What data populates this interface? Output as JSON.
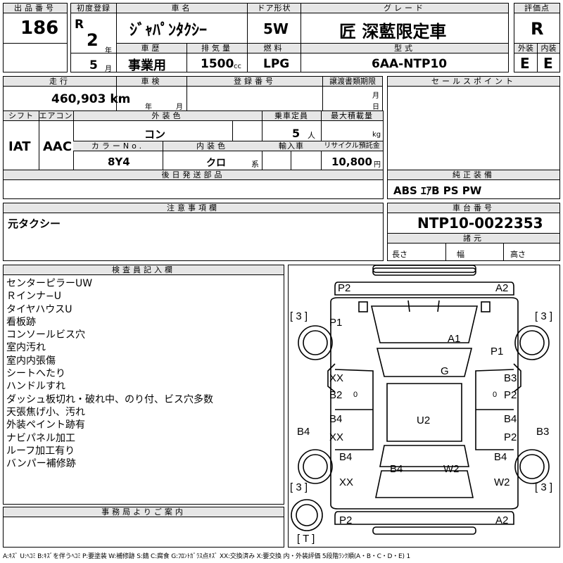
{
  "header": {
    "lot_no_label": "出品番号",
    "lot_no": "186",
    "first_reg_label": "初度登録",
    "era": "R",
    "year": "2",
    "year_unit": "年",
    "month": "5",
    "month_unit": "月",
    "car_name_label": "車名",
    "car_name": "ｼﾞｬﾊﾟﾝﾀｸｼｰ",
    "door_label": "ドア形状",
    "door": "5W",
    "grade_label": "グレード",
    "grade": "匠 深藍限定車",
    "score_label": "評価点",
    "score": "R",
    "history_label": "車歴",
    "history": "事業用",
    "displacement_label": "排気量",
    "displacement": "1500",
    "displacement_unit": "cc",
    "fuel_label": "燃料",
    "fuel": "LPG",
    "model_label": "型式",
    "model": "6AA-NTP10",
    "ext_label": "外装",
    "ext": "E",
    "int_label": "内装",
    "int": "E"
  },
  "row2": {
    "mileage_label": "走行",
    "mileage": "460,903 km",
    "inspection_label": "車検",
    "year_unit": "年",
    "month_unit": "月",
    "reg_no_label": "登録番号",
    "transfer_label": "譲渡書類期限",
    "day_unit": "日",
    "sales_points_label": "セールスポイント"
  },
  "row3": {
    "shift_label": "シフト",
    "shift": "IAT",
    "ac_label": "エアコン",
    "ac": "AAC",
    "ext_color_label": "外装色",
    "ext_color": "コン",
    "capacity_label": "乗車定員",
    "capacity": "5",
    "capacity_unit": "人",
    "max_load_label": "最大積載量",
    "max_load_unit": "kg",
    "color_no_label": "カラーNo.",
    "color_no": "8Y4",
    "int_color_label": "内装色",
    "int_color": "クロ",
    "int_color_unit": "系",
    "import_label": "輸入車",
    "recycle_label": "リサイクル預託金",
    "recycle": "10,800",
    "recycle_unit": "円"
  },
  "parts": {
    "later_parts_label": "後日発送部品",
    "genuine_label": "純正装備",
    "genuine": "ABS ｴｱB PS PW"
  },
  "remarks": {
    "label": "注意事項欄",
    "text": "元タクシー",
    "chassis_label": "車台番号",
    "chassis": "NTP10-0022353",
    "dims_label": "諸元",
    "length_label": "長さ",
    "width_label": "幅",
    "height_label": "高さ"
  },
  "inspector": {
    "label": "検査員記入欄",
    "notes": [
      "センターピラーUW",
      "Ｒインナ−U",
      "タイヤハウスU",
      "看板跡",
      "コンソールビス穴",
      "室内汚れ",
      "室内内張傷",
      "シートへたり",
      "ハンドルすれ",
      "ダッシュ板切れ・破れ中、のり付、ビス穴多数",
      "天張焦げ小、汚れ",
      "外装ペイント跡有",
      "ナビパネル加工",
      "ルーフ加工有り",
      "バンパー補修跡"
    ]
  },
  "office": {
    "label": "事務局よりご案内"
  },
  "diagram": {
    "tread_fl": "[ 3 ]",
    "tread_fr": "[ 3 ]",
    "tread_rl": "[ 3 ]",
    "tread_rr": "[ 3 ]",
    "tread_t": "[ T ]",
    "marks": {
      "p2_tl": "P2",
      "a2_tr": "A2",
      "p1_l": "P1",
      "a1": "A1",
      "p1_r": "P1",
      "xx_l1": "XX",
      "g": "G",
      "b3_r1": "B3",
      "b2_l": "B2",
      "p2_r1": "P2",
      "b4_l1": "B4",
      "u2": "U2",
      "b4_r1": "B4",
      "xx_l2": "XX",
      "p2_r2": "P2",
      "b4_side_l": "B4",
      "b3_side_r": "B3",
      "b4_l2": "B4",
      "b4_r2": "B4",
      "b4_c": "B4",
      "w2_c": "W2",
      "xx_l3": "XX",
      "w2_r": "W2",
      "p2_bl": "P2",
      "a2_br": "A2",
      "zero1": "0",
      "zero2": "0"
    }
  },
  "legend": "A:ｷｽﾞ U:ﾍｺﾐ B:ｷｽﾞを伴うﾍｺﾐ P:要塗装 W:補修跡 S:錆 C:腐食 G:ﾌﾛﾝﾄｶﾞﾗｽ点ｷｽﾞ XX:交換済み X:要交換 内・外装評価 5段階ﾗﾝｸ順(A・B・C・D・E) 1"
}
